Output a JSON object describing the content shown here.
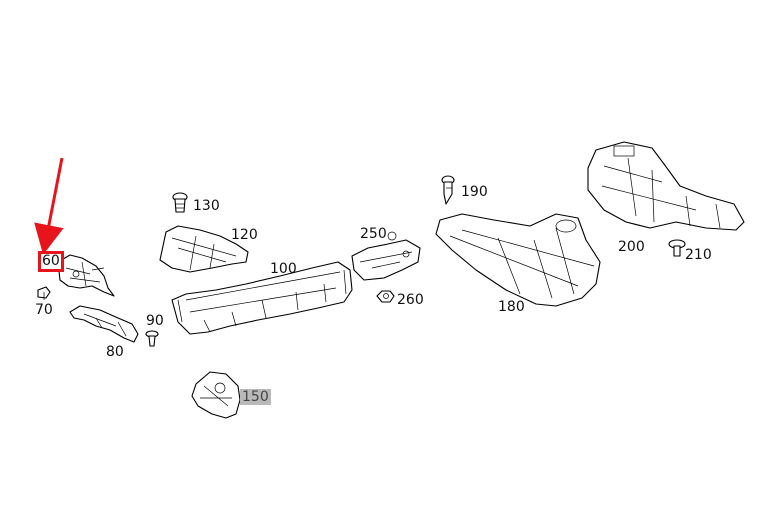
{
  "colors": {
    "highlight_box": "#e8141b",
    "arrow": "#e8141b",
    "shaded_label_bg": "#b9b9b9",
    "line_art": "#000000",
    "background": "#ffffff"
  },
  "parts": [
    {
      "id": "p60",
      "label": "60",
      "style": "boxed"
    },
    {
      "id": "p70",
      "label": "70",
      "style": "plain"
    },
    {
      "id": "p80",
      "label": "80",
      "style": "plain"
    },
    {
      "id": "p90",
      "label": "90",
      "style": "plain"
    },
    {
      "id": "p100",
      "label": "100",
      "style": "plain"
    },
    {
      "id": "p120",
      "label": "120",
      "style": "plain"
    },
    {
      "id": "p130",
      "label": "130",
      "style": "plain"
    },
    {
      "id": "p150",
      "label": "150",
      "style": "shaded"
    },
    {
      "id": "p180",
      "label": "180",
      "style": "plain"
    },
    {
      "id": "p190",
      "label": "190",
      "style": "plain"
    },
    {
      "id": "p200",
      "label": "200",
      "style": "plain"
    },
    {
      "id": "p210",
      "label": "210",
      "style": "plain"
    },
    {
      "id": "p250",
      "label": "250",
      "style": "plain"
    },
    {
      "id": "p260",
      "label": "260",
      "style": "plain"
    }
  ]
}
